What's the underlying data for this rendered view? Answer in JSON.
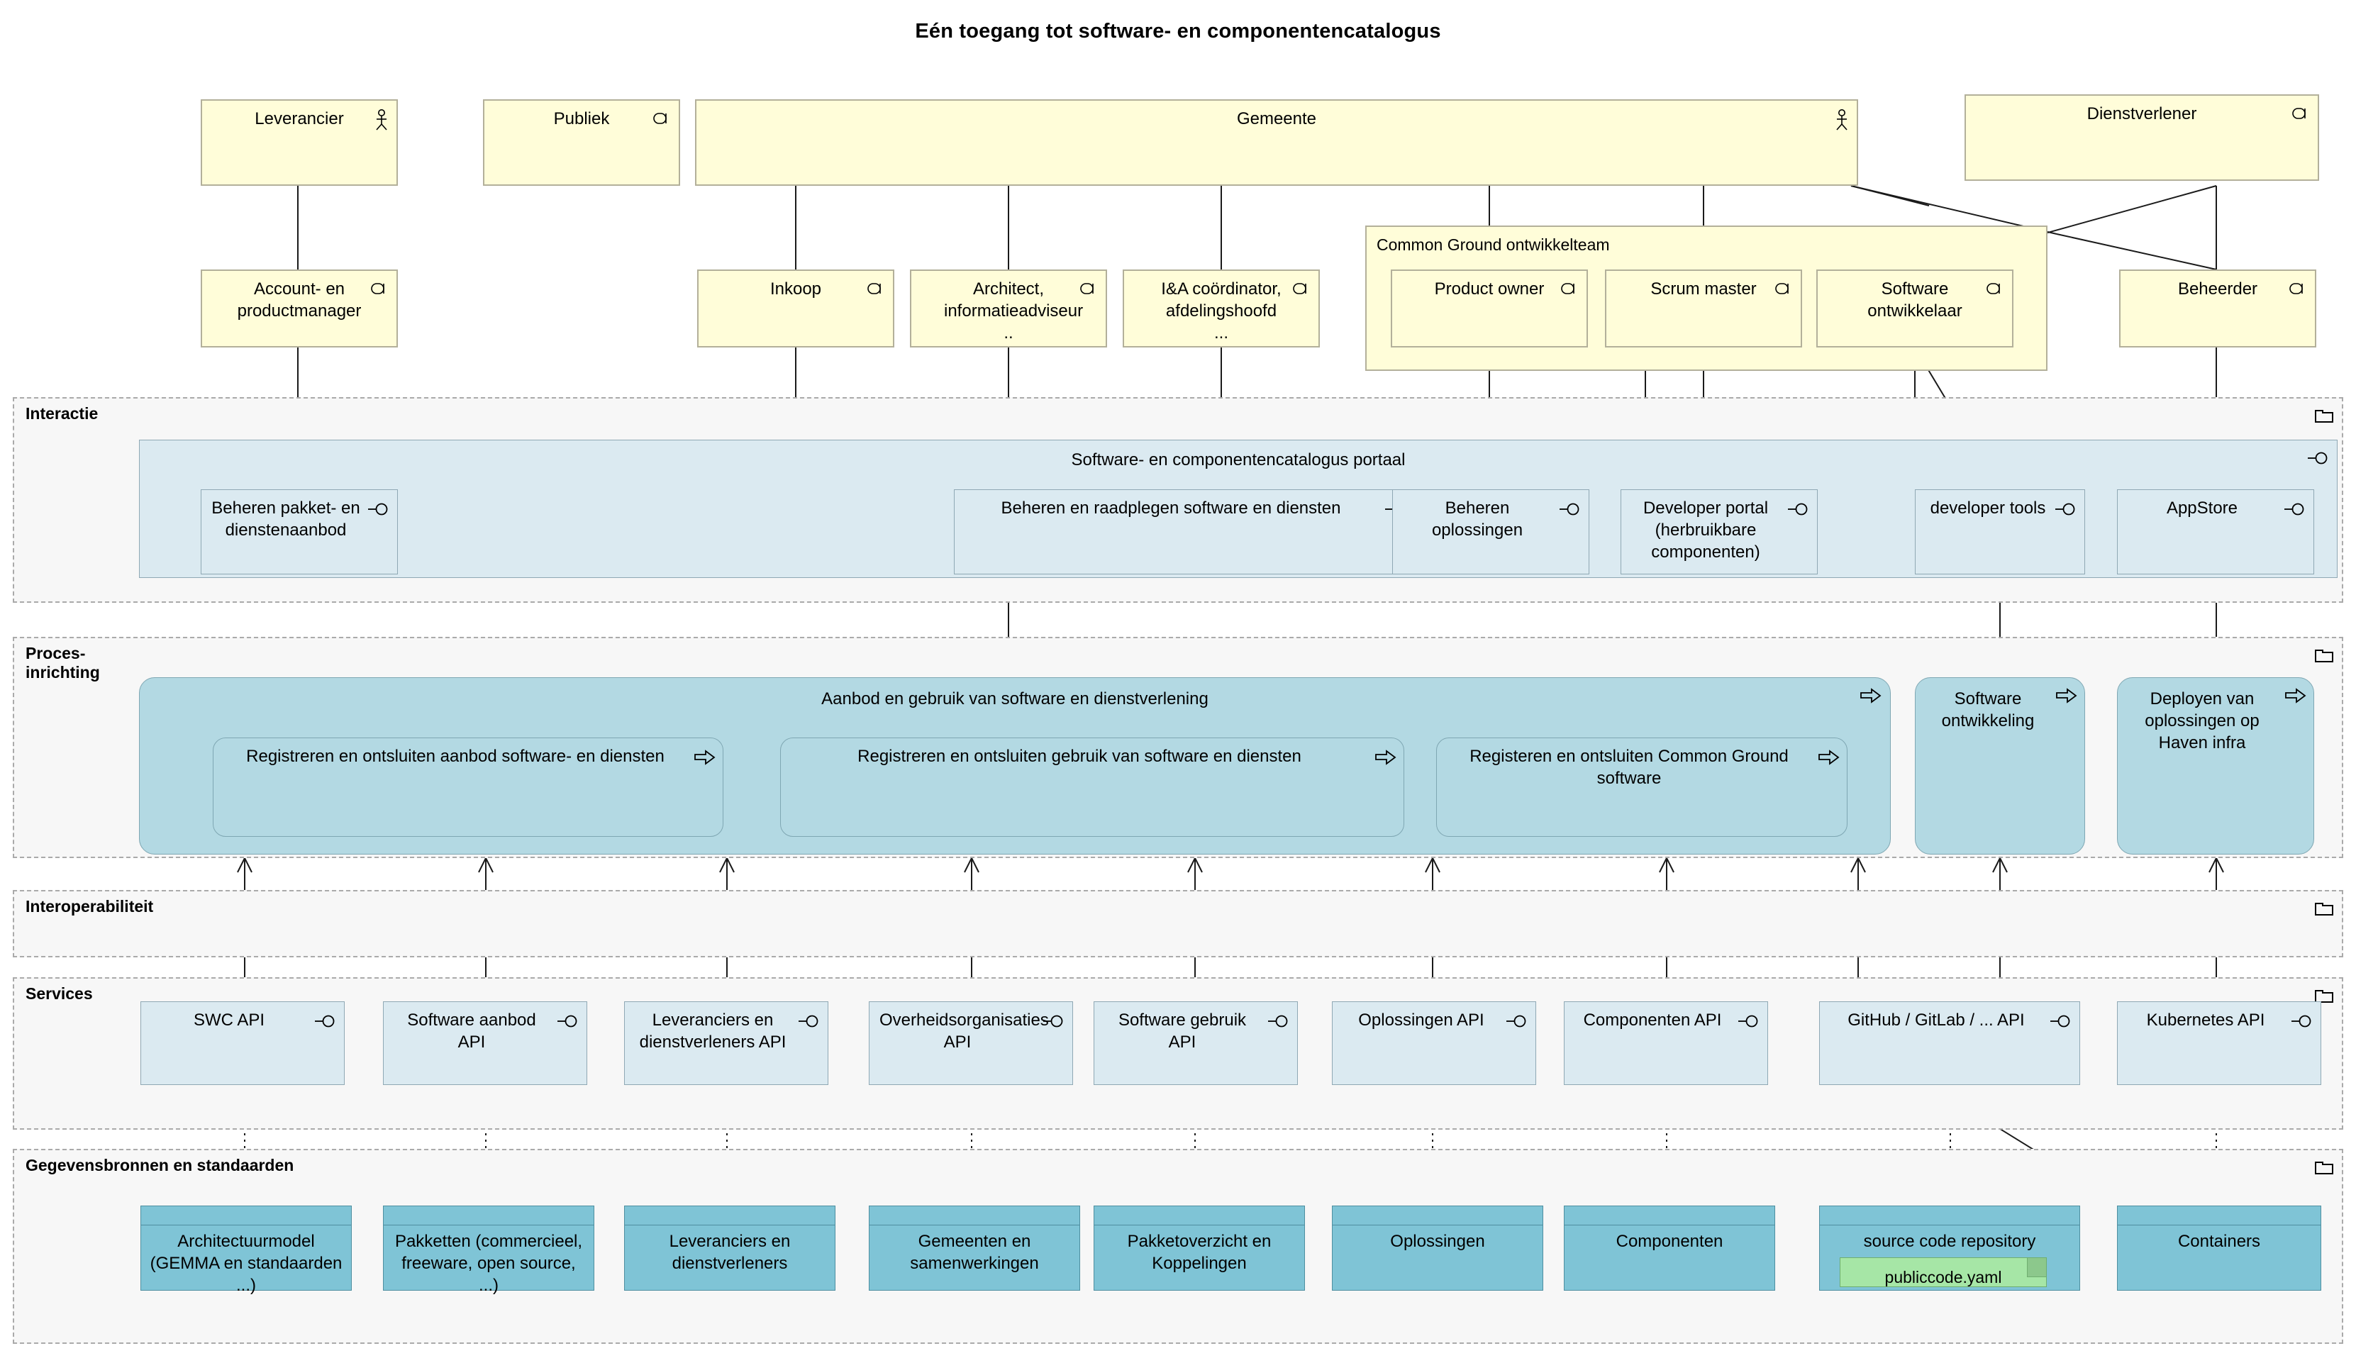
{
  "title": "Eén toegang tot software- en componentencatalogus",
  "actors": [
    {
      "label": "Leverancier",
      "icon": "actor-icon"
    },
    {
      "label": "Publiek",
      "icon": "role-icon"
    },
    {
      "label": "Gemeente",
      "icon": "actor-icon"
    },
    {
      "label": "Dienstverlener",
      "icon": "role-icon"
    }
  ],
  "roles": [
    {
      "label": "Account- en productmanager",
      "icon": "role-icon"
    },
    {
      "label": "Inkoop",
      "icon": "role-icon"
    },
    {
      "label": "Architect, informatieadviseur ..",
      "icon": "role-icon"
    },
    {
      "label": "I&A coördinator, afdelingshoofd ...",
      "icon": "role-icon"
    },
    {
      "label": "Product owner",
      "icon": "role-icon"
    },
    {
      "label": "Scrum master",
      "icon": "role-icon"
    },
    {
      "label": "Software ontwikkelaar",
      "icon": "role-icon"
    },
    {
      "label": "Beheerder",
      "icon": "role-icon"
    }
  ],
  "team_group": {
    "label": "Common Ground ontwikkelteam"
  },
  "lanes": [
    {
      "label": "Interactie",
      "icon": "folder-icon"
    },
    {
      "label": "Proces-inrichting",
      "icon": "folder-icon"
    },
    {
      "label": "Interoperabiliteit",
      "icon": "folder-icon"
    },
    {
      "label": "Services",
      "icon": "folder-icon"
    },
    {
      "label": "Gegevensbronnen en standaarden",
      "icon": "folder-icon"
    }
  ],
  "portal": {
    "label": "Software- en componentencatalogus portaal",
    "icon": "interface-icon"
  },
  "interaction_services": [
    {
      "label": "Beheren pakket- en dienstenaanbod",
      "icon": "interface-icon"
    },
    {
      "label": "Beheren en raadplegen software en diensten",
      "icon": "interface-icon"
    },
    {
      "label": "Beheren oplossingen",
      "icon": "interface-icon"
    },
    {
      "label": "Developer portal (herbruikbare componenten)",
      "icon": "interface-icon"
    },
    {
      "label": "developer tools",
      "icon": "interface-icon"
    },
    {
      "label": "AppStore",
      "icon": "interface-icon"
    }
  ],
  "process_group": {
    "label": "Aanbod en gebruik van software en dienstverlening",
    "icon": "process-icon"
  },
  "processes": [
    {
      "label": "Registreren en ontsluiten aanbod software- en diensten",
      "icon": "process-icon"
    },
    {
      "label": "Registreren en ontsluiten gebruik van software en diensten",
      "icon": "process-icon"
    },
    {
      "label": "Registeren en ontsluiten Common Ground software",
      "icon": "process-icon"
    },
    {
      "label": "Software ontwikkeling",
      "icon": "process-icon"
    },
    {
      "label": "Deployen van oplossingen op Haven infra",
      "icon": "process-icon"
    }
  ],
  "apis": [
    {
      "label": "SWC API",
      "icon": "interface-icon"
    },
    {
      "label": "Software aanbod API",
      "icon": "interface-icon"
    },
    {
      "label": "Leveranciers en dienstverleners API",
      "icon": "interface-icon"
    },
    {
      "label": "Overheidsorganisaties API",
      "icon": "interface-icon"
    },
    {
      "label": "Software gebruik API",
      "icon": "interface-icon"
    },
    {
      "label": "Oplossingen API",
      "icon": "interface-icon"
    },
    {
      "label": "Componenten API",
      "icon": "interface-icon"
    },
    {
      "label": "GitHub / GitLab / ...  API",
      "icon": "interface-icon"
    },
    {
      "label": "Kubernetes API",
      "icon": "interface-icon"
    }
  ],
  "datasources": [
    {
      "label": "Architectuurmodel (GEMMA en standaarden ...)"
    },
    {
      "label": "Pakketten (commercieel, freeware, open source, ...)"
    },
    {
      "label": "Leveranciers en dienstverleners"
    },
    {
      "label": "Gemeenten en samenwerkingen"
    },
    {
      "label": "Pakketoverzicht en Koppelingen"
    },
    {
      "label": "Oplossingen"
    },
    {
      "label": "Componenten"
    },
    {
      "label": "source code repository"
    },
    {
      "label": "Containers"
    }
  ],
  "deliverable": {
    "label": "publiccode.yaml"
  },
  "colors": {
    "business": "#fffdd9",
    "business_border": "#b3b09a",
    "service": "#dbeaf1",
    "service_border": "#8fa8b4",
    "process": "#b3d9e3",
    "data": "#7fc4d6",
    "deliverable": "#a6e6a6",
    "lane_bg": "#f7f7f7",
    "lane_border": "#aaaaaa"
  }
}
